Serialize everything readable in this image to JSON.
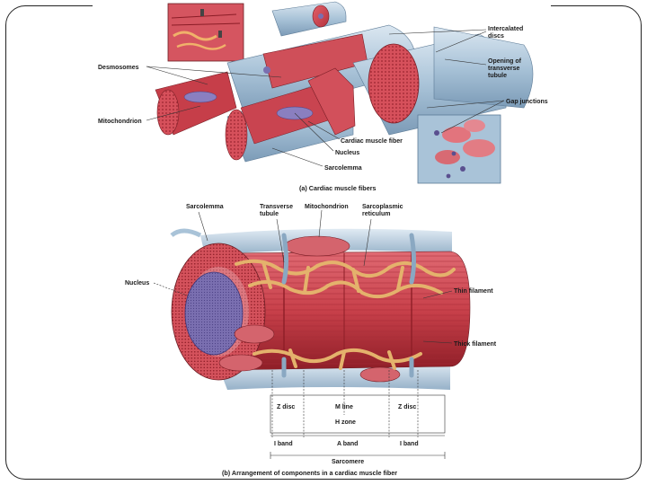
{
  "panel_a": {
    "caption": "(a) Cardiac muscle fibers",
    "labels": {
      "intercalated_discs": [
        "Intercalated",
        "discs"
      ],
      "desmosomes": "Desmosomes",
      "opening_transverse_tubule": [
        "Opening of",
        "transverse",
        "tubule"
      ],
      "gap_junctions": "Gap junctions",
      "mitochondrion": "Mitochondrion",
      "cardiac_muscle_fiber": "Cardiac muscle fiber",
      "nucleus": "Nucleus",
      "sarcolemma": "Sarcolemma"
    }
  },
  "panel_b": {
    "caption": "(b) Arrangement of components in a cardiac muscle fiber",
    "labels": {
      "sarcolemma": "Sarcolemma",
      "transverse_tubule": [
        "Transverse",
        "tubule"
      ],
      "mitochondrion": "Mitochondrion",
      "sarcoplasmic_reticulum": [
        "Sarcoplasmic",
        "reticulum"
      ],
      "nucleus": "Nucleus",
      "thin_filament": "Thin filament",
      "thick_filament": "Thick filament",
      "z_disc_left": "Z disc",
      "m_line": "M line",
      "h_zone": "H zone",
      "z_disc_right": "Z disc",
      "i_band_left": "I band",
      "a_band": "A band",
      "i_band_right": "I band",
      "sarcomere": "Sarcomere"
    }
  },
  "colors": {
    "muscle_red": "#c8404a",
    "muscle_dark": "#8e1e27",
    "membrane_blue": "#a9c3d8",
    "reticulum_tan": "#e4b26c",
    "nucleus_purple": "#7a6fb0"
  }
}
